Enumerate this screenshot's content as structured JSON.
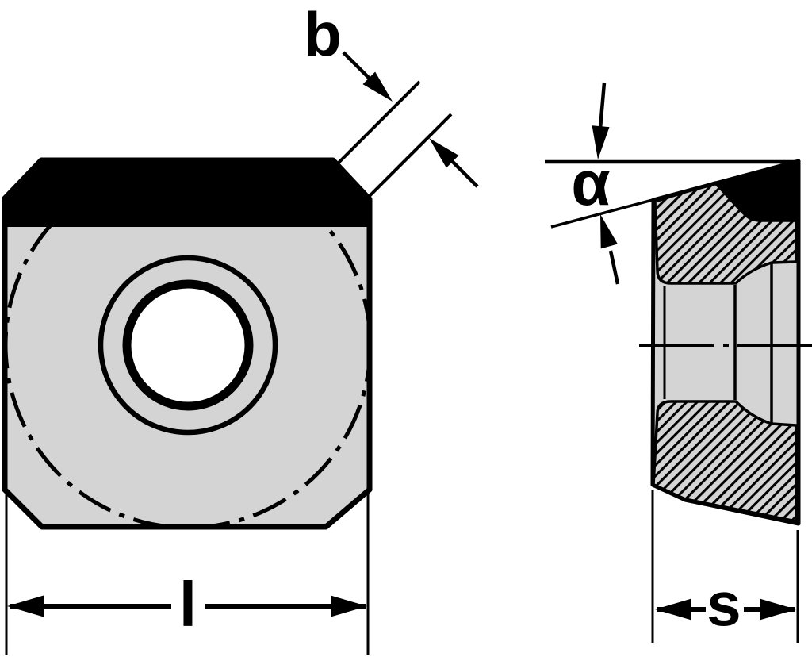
{
  "drawing": {
    "labels": {
      "b": "b",
      "alpha": "α",
      "l": "l",
      "s": "s"
    },
    "colors": {
      "body": "#d4d4d4",
      "ink": "#000000",
      "hole": "#ffffff",
      "coating_band": "#000000",
      "background": "#ffffff"
    }
  }
}
